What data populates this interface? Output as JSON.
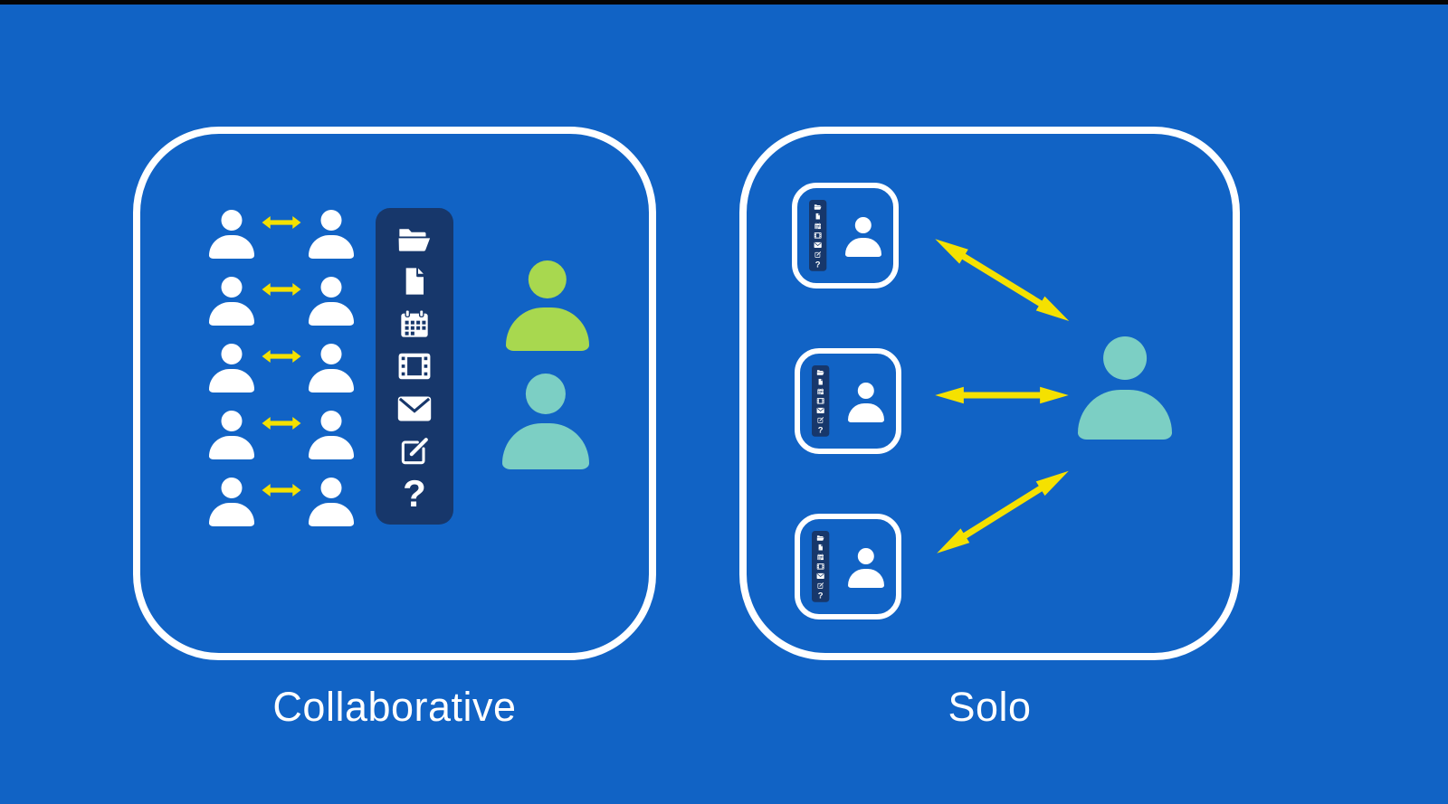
{
  "colors": {
    "background": "#1163c5",
    "panel_border": "#ffffff",
    "toolbar_background": "#17376b",
    "arrow_yellow": "#f5e100",
    "person_white": "#ffffff",
    "person_green": "#a8d84f",
    "person_teal": "#7ccfc4"
  },
  "panels": {
    "collaborative": {
      "label": "Collaborative",
      "pair_count": 5,
      "toolbar_icons": [
        "folder",
        "document",
        "calendar",
        "film",
        "envelope",
        "compose",
        "question"
      ],
      "help_glyph": "?",
      "large_persons": [
        "green",
        "teal"
      ]
    },
    "solo": {
      "label": "Solo",
      "workspace_count": 3,
      "workspace_toolbar_icons": [
        "folder",
        "document",
        "calendar",
        "film",
        "envelope",
        "compose",
        "question"
      ],
      "large_person": "teal"
    }
  }
}
